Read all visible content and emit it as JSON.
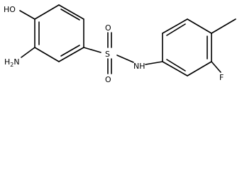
{
  "molecule": {
    "labels": {
      "hydroxyl": "HO",
      "amine": "H2N",
      "amine_sub": "2",
      "sulfur": "S",
      "oxygen_top": "O",
      "oxygen_bottom": "O",
      "nh": "NH",
      "fluorine": "F"
    },
    "colors": {
      "bond": "#000000",
      "text": "#000000",
      "background": "#ffffff"
    }
  }
}
